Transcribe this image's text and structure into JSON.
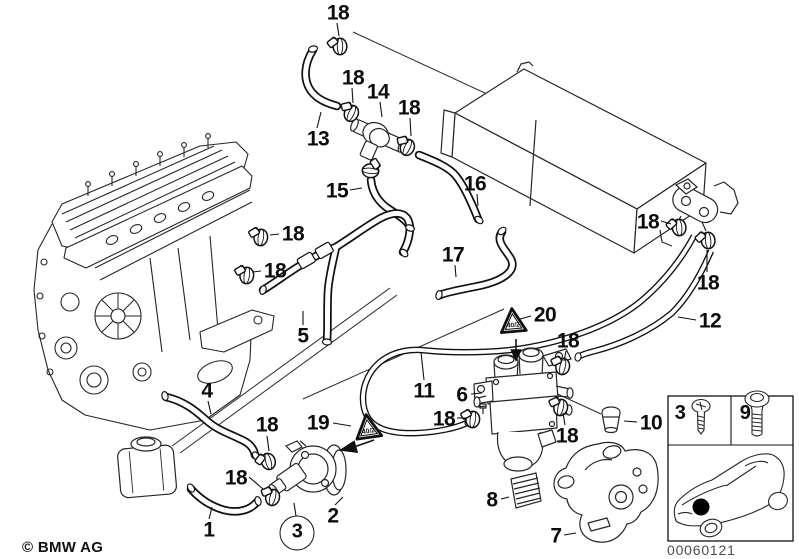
{
  "diagram": {
    "type": "parts-exploded-diagram",
    "subject": "cooling water hoses, auxiliary water pump and valve",
    "footer": {
      "copyright": "© BMW AG",
      "part_number": "00060121"
    },
    "symbols": {
      "triangle_text": "40/2"
    },
    "colors": {
      "line": "#1c1c1c",
      "background": "#ffffff",
      "part_number_gray": "#4d4d4d",
      "location_dot": "#000000"
    },
    "callouts": [
      {
        "name": "18-top-clamp",
        "text": "18"
      },
      {
        "name": "13",
        "text": "13"
      },
      {
        "name": "18-tee-left",
        "text": "18"
      },
      {
        "name": "14",
        "text": "14"
      },
      {
        "name": "18-tee-right",
        "text": "18"
      },
      {
        "name": "15",
        "text": "15"
      },
      {
        "name": "16",
        "text": "16"
      },
      {
        "name": "17",
        "text": "17"
      },
      {
        "name": "18-engine-upper",
        "text": "18"
      },
      {
        "name": "18-engine-lower",
        "text": "18"
      },
      {
        "name": "5",
        "text": "5"
      },
      {
        "name": "4",
        "text": "4"
      },
      {
        "name": "18-pump-upper",
        "text": "18"
      },
      {
        "name": "18-pump-lower",
        "text": "18"
      },
      {
        "name": "1",
        "text": "1"
      },
      {
        "name": "19",
        "text": "19"
      },
      {
        "name": "2",
        "text": "2"
      },
      {
        "name": "3-circled",
        "text": "3"
      },
      {
        "name": "11",
        "text": "11"
      },
      {
        "name": "6",
        "text": "6"
      },
      {
        "name": "20",
        "text": "20"
      },
      {
        "name": "18-valve-right-upper",
        "text": "18"
      },
      {
        "name": "18-valve-right-lower",
        "text": "18"
      },
      {
        "name": "18-valve-left",
        "text": "18"
      },
      {
        "name": "18-heater-upper",
        "text": "18"
      },
      {
        "name": "18-heater-lower",
        "text": "18"
      },
      {
        "name": "12",
        "text": "12"
      },
      {
        "name": "10",
        "text": "10"
      },
      {
        "name": "8",
        "text": "8"
      },
      {
        "name": "7",
        "text": "7"
      },
      {
        "name": "inset-3",
        "text": "3"
      },
      {
        "name": "inset-9",
        "text": "9"
      }
    ]
  }
}
